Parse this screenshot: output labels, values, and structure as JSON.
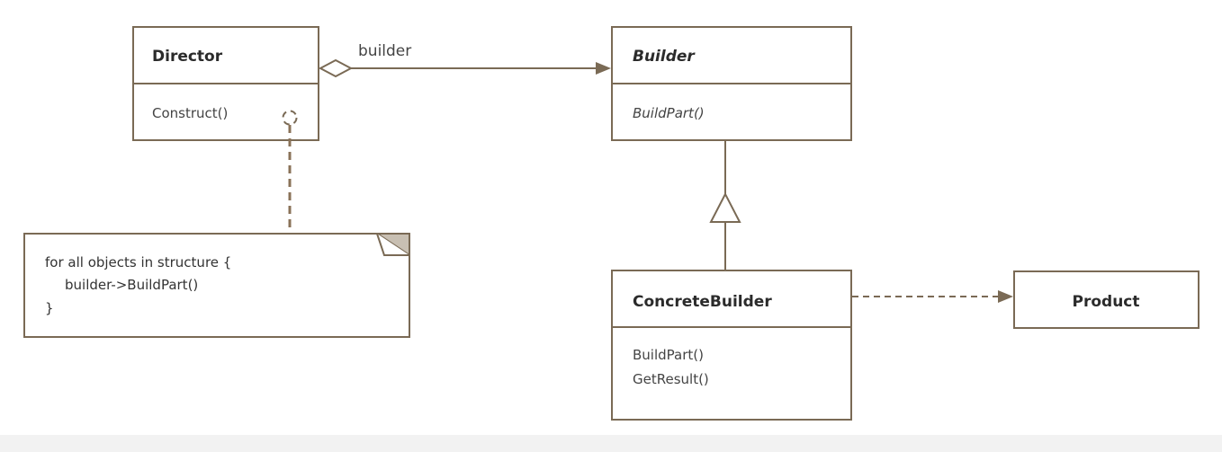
{
  "diagram": {
    "director": {
      "title": "Director",
      "method": "Construct()"
    },
    "builder": {
      "title": "Builder",
      "method": "BuildPart()"
    },
    "concrete_builder": {
      "title": "ConcreteBuilder",
      "methods": [
        "BuildPart()",
        "GetResult()"
      ]
    },
    "product": {
      "title": "Product"
    },
    "association_label": "builder",
    "note": {
      "lines": [
        "for all objects in structure {",
        "builder->BuildPart()",
        "}"
      ]
    }
  },
  "colors": {
    "stroke": "#7a6a55",
    "note_fold": "#c8bfb2",
    "background": "#ffffff",
    "footer": "#f2f2f2"
  }
}
